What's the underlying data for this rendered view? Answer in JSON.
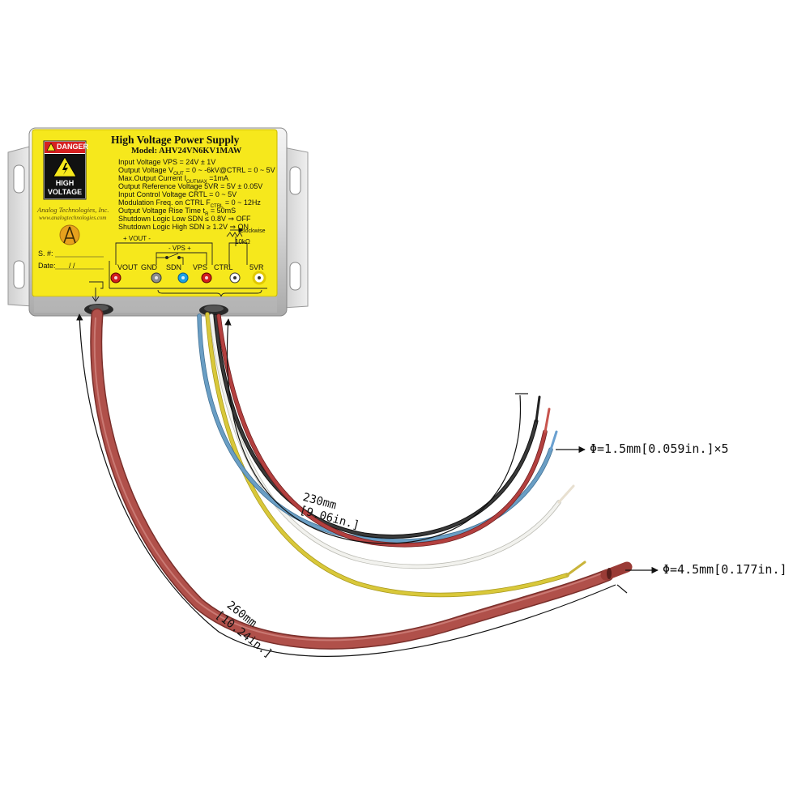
{
  "label": {
    "title": "High Voltage Power Supply",
    "model": "Model: AHV24VN6KV1MAW",
    "specs": [
      "Input Voltage VPS = 24V ± 1V",
      "Output Voltage V",
      "Max.Output Current I",
      "Output Reference Voltage 5VR = 5V ± 0.05V",
      "Input Control Voltage CRTL = 0 ~ 5V",
      "Modulation Freq. on CTRL F",
      "Output Voltage Rise Time t",
      "Shutdown Logic Low SDN ≤ 0.8V ⇒ OFF",
      "Shutdown Logic High SDN ≥ 1.2V ⇒ ON"
    ],
    "spec_sub": {
      "vout_sub": "OUT",
      "vout_rest": " = 0 ~ -6kV@CTRL = 0 ~ 5V",
      "iout_sub": "OUTMAX",
      "iout_rest": " =1mA",
      "fctrl_sub": "CTRL",
      "fctrl_rest": " = 0 ~ 12Hz",
      "tr_sub": "R",
      "tr_rest": " = 50mS"
    },
    "brand_name": "Analog Technologies, Inc.",
    "brand_url": "www.analogtechnologies.com",
    "serial_label": "S. #:",
    "date_label": "Date:",
    "date_slashes": "/     /",
    "warning": {
      "header": "DANGER",
      "line1": "HIGH",
      "line2": "VOLTAGE"
    },
    "schematic": {
      "vout_bracket": "+ VOUT -",
      "vps_bracket": "-  VPS +",
      "clockwise": "Clockwise",
      "pot": "10kΩ"
    },
    "pins": [
      "VOUT",
      "GND",
      "SDN",
      "VPS",
      "CTRL",
      "5VR"
    ]
  },
  "dimensions": {
    "short_length_mm": "230mm",
    "short_length_in": "[9.06in.]",
    "long_length_mm": "260mm",
    "long_length_in": "[10.24in.]",
    "thin_wire_diameter": "Φ=1.5mm[0.059in.]×5",
    "thick_wire_diameter": "Φ=4.5mm[0.177in.]"
  },
  "colors": {
    "label_yellow": "#f6e81c",
    "hv_wire": "#b0504a",
    "wire_red": "#b3403f",
    "wire_black": "#2b2b2b",
    "wire_blue": "#6a9ec4",
    "wire_white": "#f2f2ee",
    "wire_yellow": "#d9c83a"
  }
}
